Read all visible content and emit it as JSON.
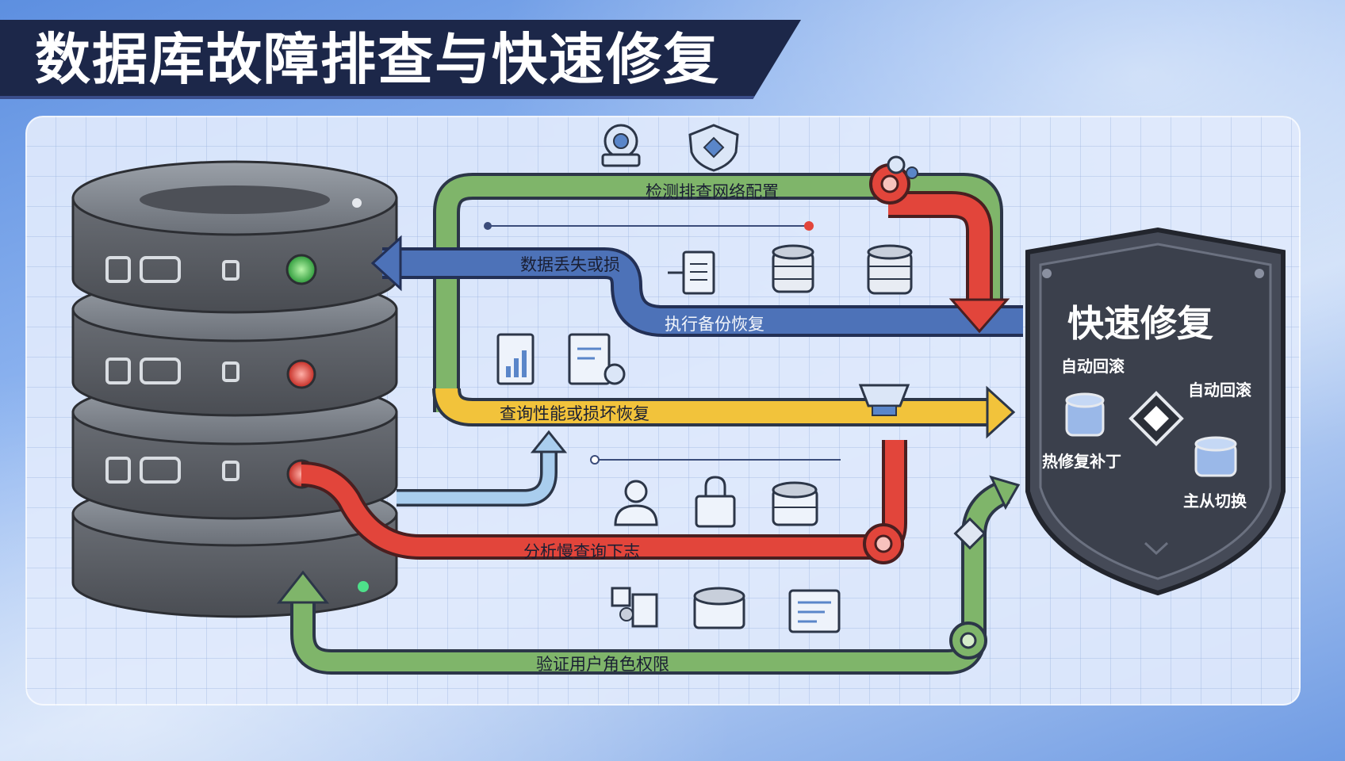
{
  "title": "数据库故障排查与快速修复",
  "flows": {
    "network": "检测排查网络配置",
    "data_loss": "数据丢失或损",
    "backup_restore": "执行备份恢复",
    "query_perf": "查询性能或损坏恢复",
    "slow_query": "分析慢查询下志",
    "verify_user": "验证用户角色权限"
  },
  "repair": {
    "title": "快速修复",
    "auto_rollback": "自动回滚",
    "rollback_alt": "自动回滚",
    "hotfix": "热修复补丁",
    "failover": "主从切换"
  },
  "colors": {
    "green": "#6cae5a",
    "blue": "#3f66ad",
    "red": "#e2453b",
    "yellow": "#f2c33b",
    "light_blue": "#9ec6ea",
    "server": "#5c5f66",
    "shield": "#3d4250"
  },
  "icons": [
    "webcam-icon",
    "shield-check-icon",
    "gear-icon",
    "document-export-icon",
    "database-icon",
    "report-chart-icon",
    "document-search-icon",
    "monitor-icon",
    "user-icon",
    "lock-icon",
    "storage-icon",
    "network-node-icon",
    "server-icon",
    "terminal-icon"
  ]
}
